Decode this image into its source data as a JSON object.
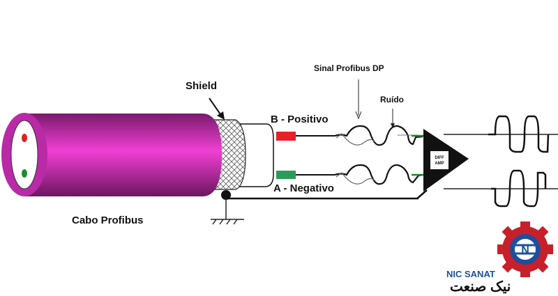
{
  "labels": {
    "cable": "Cabo Profibus",
    "shield": "Shield",
    "b_wire": "B - Positivo",
    "a_wire": "A - Negativo",
    "signal": "Sinal Profibus DP",
    "noise": "Ruído",
    "amp_line1": "DIFF",
    "amp_line2": "AMP"
  },
  "logo": {
    "latin": "NIC SANAT",
    "persian": "نیک صنعت",
    "emblem_letter": "N"
  },
  "colors": {
    "cable": "#d63bc0",
    "cable_dark": "#8e1f7e",
    "b_wire": "#e8202a",
    "a_wire": "#2e9a5a",
    "core_b_dot": "#e02020",
    "core_a_dot": "#1e8a2e",
    "logo_red": "#c8202a",
    "logo_blue": "#1d4f9c"
  }
}
